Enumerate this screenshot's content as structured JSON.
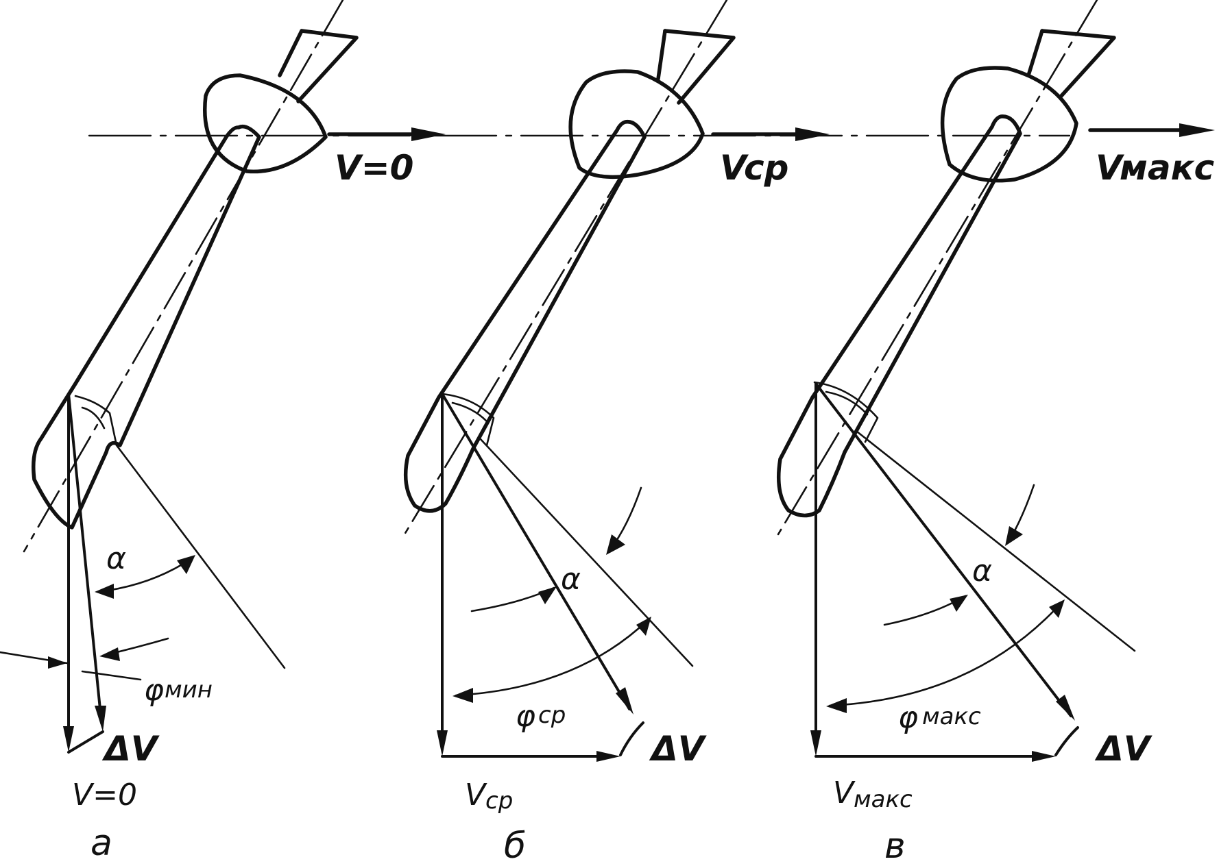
{
  "panels": [
    {
      "id": "a",
      "speed_label": "V=0",
      "speed_main": "V",
      "speed_sub": "=0",
      "angle_alpha": "α",
      "phi_main": "φ",
      "phi_sub": "мин",
      "delta_v": "ΔV",
      "caption": "а"
    },
    {
      "id": "b",
      "speed_label": "Vср",
      "speed_main": "V",
      "speed_sub": "ср",
      "angle_alpha": "α",
      "phi_main": "φ",
      "phi_sub": "ср",
      "delta_v": "ΔV",
      "caption": "б"
    },
    {
      "id": "v",
      "speed_label": "Vмакс",
      "speed_main": "V",
      "speed_sub": "макс",
      "angle_alpha": "α",
      "phi_main": "φ",
      "phi_sub": "макс",
      "delta_v": "ΔV",
      "caption": "в"
    }
  ]
}
